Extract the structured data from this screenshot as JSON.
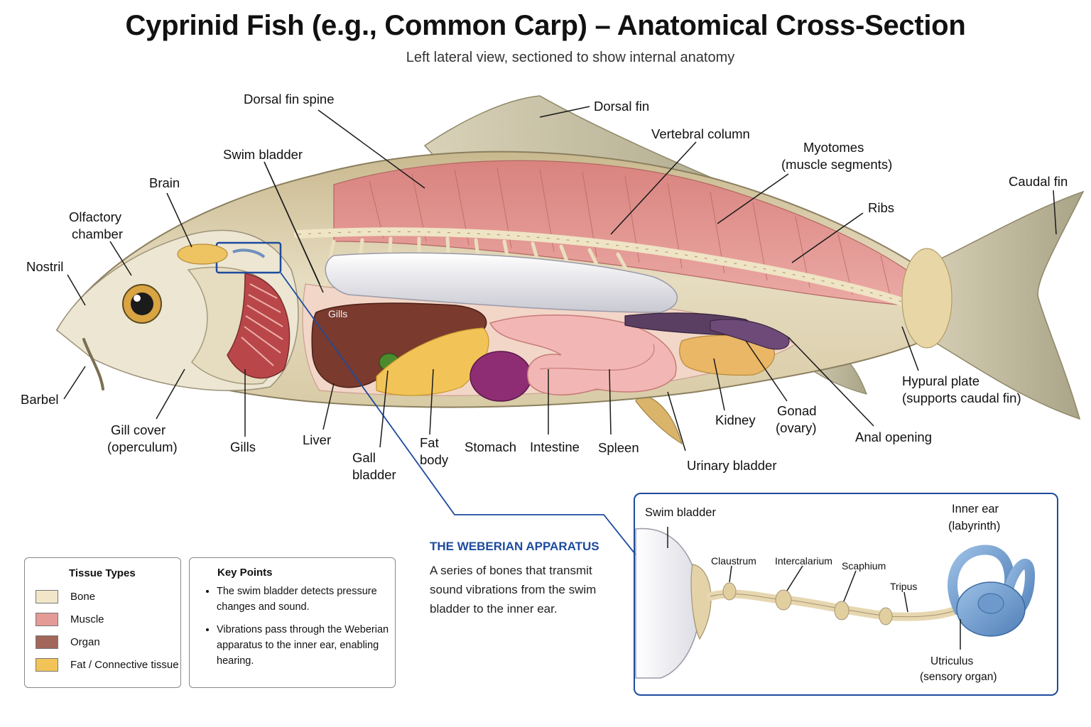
{
  "title": "Cyprinid Fish (e.g., Common Carp) – Anatomical Cross-Section",
  "subtitle": "Left lateral view, sectioned to show internal anatomy",
  "labels": {
    "dorsal_fin_spine": "Dorsal fin spine",
    "dorsal_fin": "Dorsal fin",
    "vertebral_column": "Vertebral column",
    "myotomes_1": "Myotomes",
    "myotomes_2": "(muscle segments)",
    "swim_bladder": "Swim bladder",
    "brain": "Brain",
    "olfactory_1": "Olfactory",
    "olfactory_2": "chamber",
    "nostril": "Nostril",
    "caudal_fin": "Caudal fin",
    "ribs": "Ribs",
    "barbel": "Barbel",
    "gill_cover_1": "Gill cover",
    "gill_cover_2": "(operculum)",
    "gills": "Gills",
    "gills_inner": "Gills",
    "liver": "Liver",
    "gall_1": "Gall",
    "gall_2": "bladder",
    "fat_1": "Fat",
    "fat_2": "body",
    "stomach": "Stomach",
    "intestine": "Intestine",
    "spleen": "Spleen",
    "kidney": "Kidney",
    "gonad_1": "Gonad",
    "gonad_2": "(ovary)",
    "hypural_1": "Hypural plate",
    "hypural_2": "(supports caudal fin)",
    "anal_opening": "Anal opening",
    "urinary_bladder": "Urinary bladder"
  },
  "legend": {
    "title": "Tissue Types",
    "items": [
      {
        "label": "Bone",
        "color": "#f1e6c8"
      },
      {
        "label": "Muscle",
        "color": "#e49a96"
      },
      {
        "label": "Organ",
        "color": "#a2665a"
      },
      {
        "label": "Fat / Connective tissue",
        "color": "#f2c458"
      }
    ]
  },
  "key_points": {
    "title": "Key Points",
    "items": [
      "The swim bladder detects pressure changes and sound.",
      "Vibrations pass through the Weberian apparatus to the inner ear, enabling hearing."
    ]
  },
  "weberian": {
    "title": "THE WEBERIAN APPARATUS",
    "text": "A series of bones that transmit sound vibrations from the swim bladder to the inner ear.",
    "inset_labels": {
      "swim_bladder": "Swim bladder",
      "claustrum": "Claustrum",
      "intercalarium": "Intercalarium",
      "scaphium": "Scaphium",
      "tripus": "Tripus",
      "inner_ear_1": "Inner ear",
      "inner_ear_2": "(labyrinth)",
      "utriculus_1": "Utriculus",
      "utriculus_2": "(sensory organ)"
    }
  },
  "colors": {
    "accent": "#1d4b9e",
    "bone": "#f1e6c8",
    "muscle": "#e49a96",
    "organ": "#a2665a",
    "fat": "#f2c458"
  }
}
